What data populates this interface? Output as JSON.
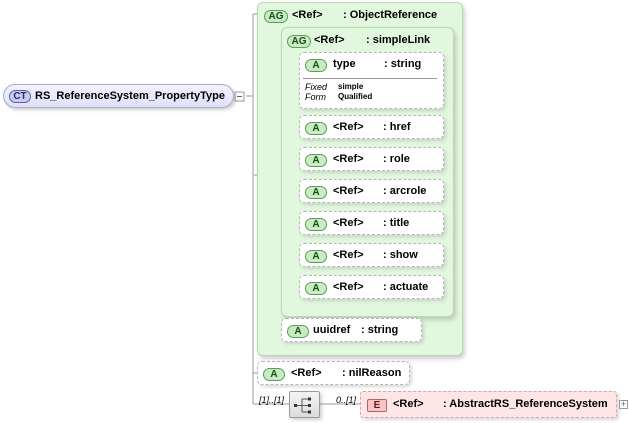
{
  "complex_type": {
    "badge": "CT",
    "name": "RS_ReferenceSystem_PropertyType"
  },
  "outer_group": {
    "badge": "AG",
    "ref": "<Ref>",
    "type": ": ObjectReference",
    "inner_group": {
      "badge": "AG",
      "ref": "<Ref>",
      "type": ": simpleLink",
      "type_attr": {
        "badge": "A",
        "name": "type",
        "type": ": string",
        "fixed_label": "Fixed",
        "fixed_value": "simple",
        "form_label": "Form",
        "form_value": "Qualified"
      },
      "attributes": [
        {
          "badge": "A",
          "ref": "<Ref>",
          "name": ": href"
        },
        {
          "badge": "A",
          "ref": "<Ref>",
          "name": ": role"
        },
        {
          "badge": "A",
          "ref": "<Ref>",
          "name": ": arcrole"
        },
        {
          "badge": "A",
          "ref": "<Ref>",
          "name": ": title"
        },
        {
          "badge": "A",
          "ref": "<Ref>",
          "name": ": show"
        },
        {
          "badge": "A",
          "ref": "<Ref>",
          "name": ": actuate"
        }
      ]
    },
    "uuidref": {
      "badge": "A",
      "name": "uuidref",
      "type": ": string"
    }
  },
  "nil_reason": {
    "badge": "A",
    "ref": "<Ref>",
    "name": ": nilReason"
  },
  "sequence": {
    "cardinality": "[1]..[1]",
    "icon": "sequence-icon"
  },
  "element": {
    "badge": "E",
    "cardinality": "0..[1]",
    "ref": "<Ref>",
    "type": ": AbstractRS_ReferenceSystem"
  },
  "colors": {
    "group_fill": "#e2f8de",
    "complex_type_fill": "#dfe0f7",
    "element_fill": "#ffe6e6",
    "attribute_badge": "#c7ecc3"
  }
}
